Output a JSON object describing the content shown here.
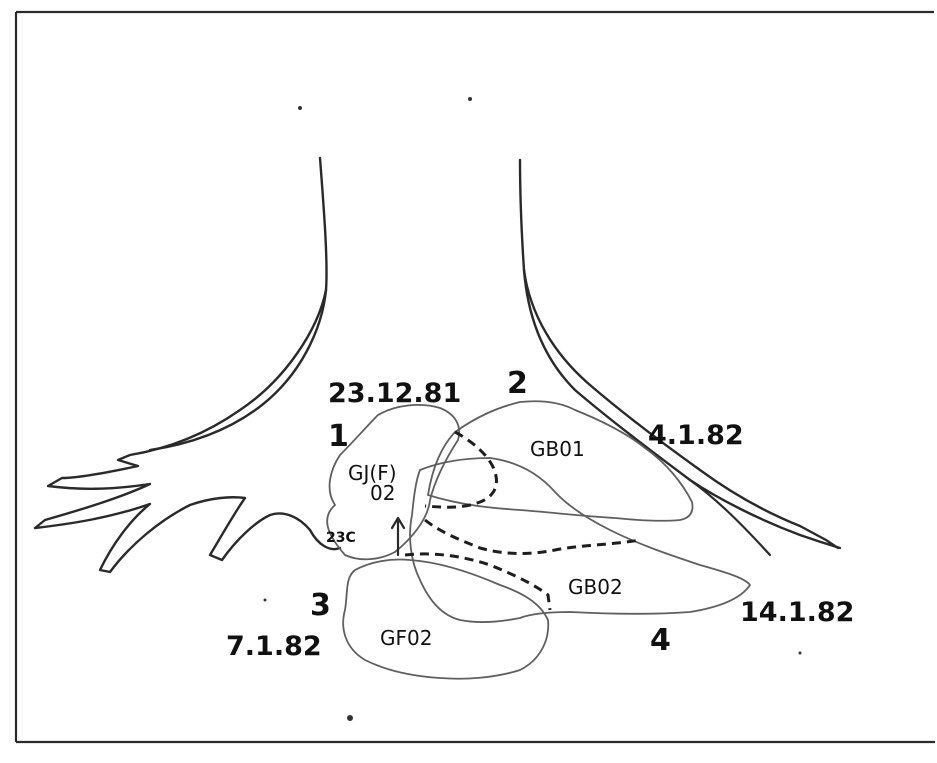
{
  "figure": {
    "lesions": [
      {
        "number": "1",
        "date": "23.12.81",
        "code": "GJ(F)",
        "code_sub": "02"
      },
      {
        "number": "2",
        "date": "4.1.82",
        "code": "GB01"
      },
      {
        "number": "3",
        "date": "7.1.82",
        "code": "GF02"
      },
      {
        "number": "4",
        "date": "14.1.82",
        "code": "GB02"
      }
    ],
    "small_label": "23C"
  }
}
